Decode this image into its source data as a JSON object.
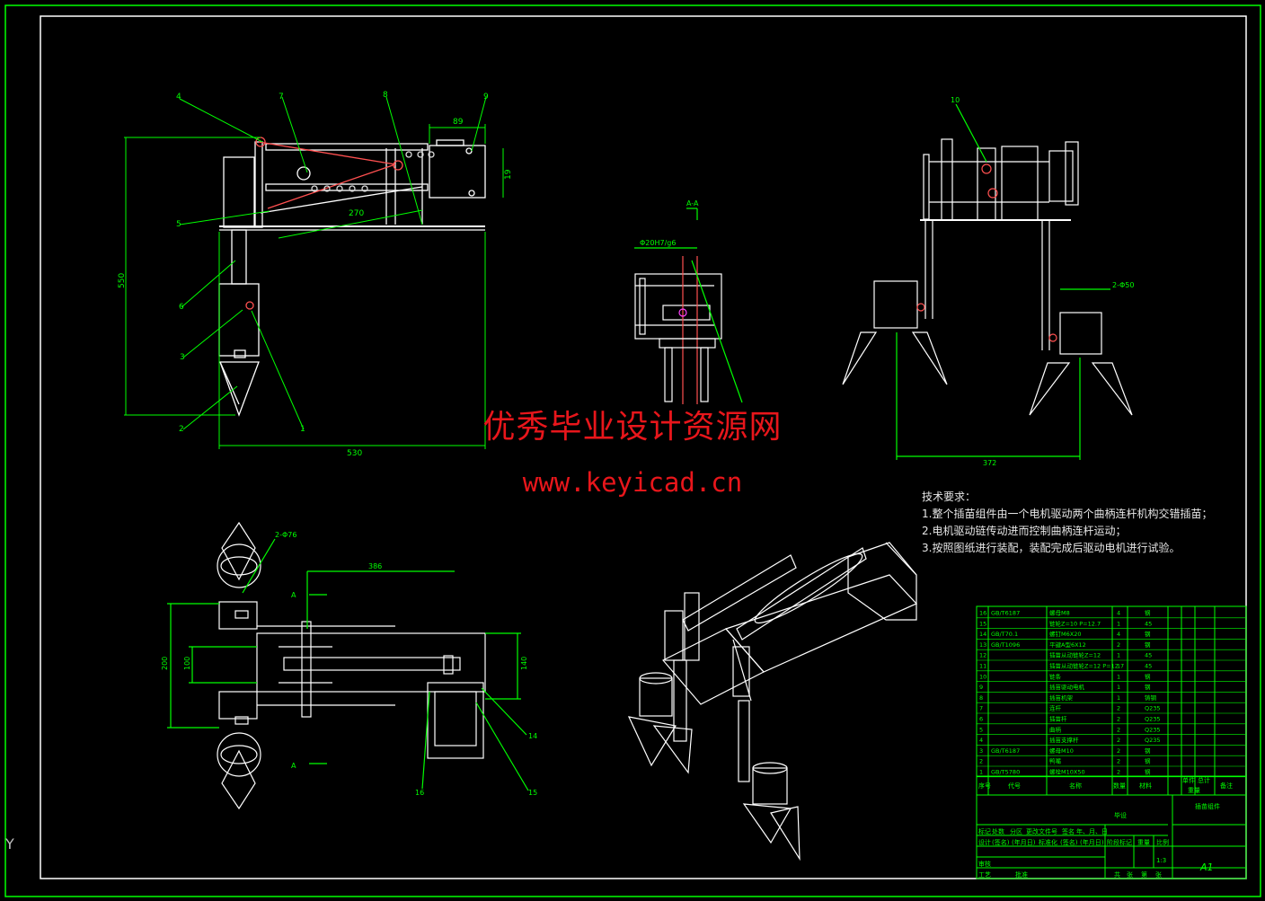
{
  "watermark": {
    "site_name": "优秀毕业设计资源网",
    "url": "www.keyicad.cn"
  },
  "tech_requirements": {
    "title": "技术要求：",
    "items": [
      "1.整个插苗组件由一个电机驱动两个曲柄连杆机构交错插苗；",
      "2.电机驱动链传动进而控制曲柄连杆运动；",
      "3.按照图纸进行装配，装配完成后驱动电机进行试验。"
    ]
  },
  "front_view": {
    "balloons": [
      "4",
      "7",
      "8",
      "9",
      "5",
      "6",
      "3",
      "2",
      "1"
    ],
    "dims": [
      "89",
      "19",
      "270",
      "550",
      "530"
    ]
  },
  "section_view": {
    "label": "A-A",
    "dim": "Φ20H7/g6"
  },
  "side_view": {
    "balloon": "10",
    "dims": [
      "2-Φ50",
      "372"
    ]
  },
  "top_view": {
    "balloons": [
      "16",
      "15",
      "14"
    ],
    "dims": [
      "2-Φ76",
      "386",
      "200",
      "100",
      "140"
    ],
    "section_marks": [
      "A",
      "A"
    ]
  },
  "bom": {
    "rows": [
      {
        "no": "16",
        "code": "GB/T6187",
        "name": "螺母M8",
        "qty": "4",
        "mat": "钢"
      },
      {
        "no": "15",
        "code": "",
        "name": "链轮Z=10 P=12.7",
        "qty": "1",
        "mat": "45"
      },
      {
        "no": "14",
        "code": "GB/T70.1",
        "name": "螺钉M6X20",
        "qty": "4",
        "mat": "钢"
      },
      {
        "no": "13",
        "code": "GB/T1096",
        "name": "平键A型6X12",
        "qty": "2",
        "mat": "钢"
      },
      {
        "no": "12",
        "code": "",
        "name": "插苗从动链轮Z=12",
        "qty": "1",
        "mat": "45"
      },
      {
        "no": "11",
        "code": "",
        "name": "插苗从动链轮Z=12 P=12.7",
        "qty": "1",
        "mat": "45"
      },
      {
        "no": "10",
        "code": "",
        "name": "链条",
        "qty": "1",
        "mat": "钢"
      },
      {
        "no": "9",
        "code": "",
        "name": "插苗驱动电机",
        "qty": "1",
        "mat": "钢"
      },
      {
        "no": "8",
        "code": "",
        "name": "插苗机架",
        "qty": "1",
        "mat": "铸钢"
      },
      {
        "no": "7",
        "code": "",
        "name": "连杆",
        "qty": "2",
        "mat": "Q235"
      },
      {
        "no": "6",
        "code": "",
        "name": "插苗杆",
        "qty": "2",
        "mat": "Q235"
      },
      {
        "no": "5",
        "code": "",
        "name": "曲柄",
        "qty": "2",
        "mat": "Q235"
      },
      {
        "no": "4",
        "code": "",
        "name": "插苗支撑杆",
        "qty": "2",
        "mat": "Q235"
      },
      {
        "no": "3",
        "code": "GB/T6187",
        "name": "螺母M10",
        "qty": "2",
        "mat": "钢"
      },
      {
        "no": "2",
        "code": "",
        "name": "鸭嘴",
        "qty": "2",
        "mat": "钢"
      },
      {
        "no": "1",
        "code": "GB/T5780",
        "name": "螺栓M10X50",
        "qty": "2",
        "mat": "钢"
      }
    ],
    "headers": {
      "no": "序号",
      "code": "代号",
      "name": "名称",
      "qty": "数量",
      "mat": "材料",
      "single": "单件",
      "total": "总计",
      "weight": "重量",
      "remark": "备注"
    },
    "title_block": {
      "drawing_name": "插苗组件",
      "unit": "毕设",
      "scale": "1:3",
      "sheet": "A1",
      "row1": [
        "标记",
        "处数",
        "分区",
        "更改文件号",
        "签名",
        "年、月、日"
      ],
      "row2": [
        "设计",
        "(签名)",
        "(年月日)",
        "标准化",
        "(签名)",
        "(年月日)"
      ],
      "labels": [
        "阶段标记",
        "重量",
        "比例"
      ],
      "bottom": [
        "审核",
        "工艺",
        "批准",
        "共",
        "张",
        "第",
        "张"
      ]
    }
  },
  "corner_axis": "Y"
}
